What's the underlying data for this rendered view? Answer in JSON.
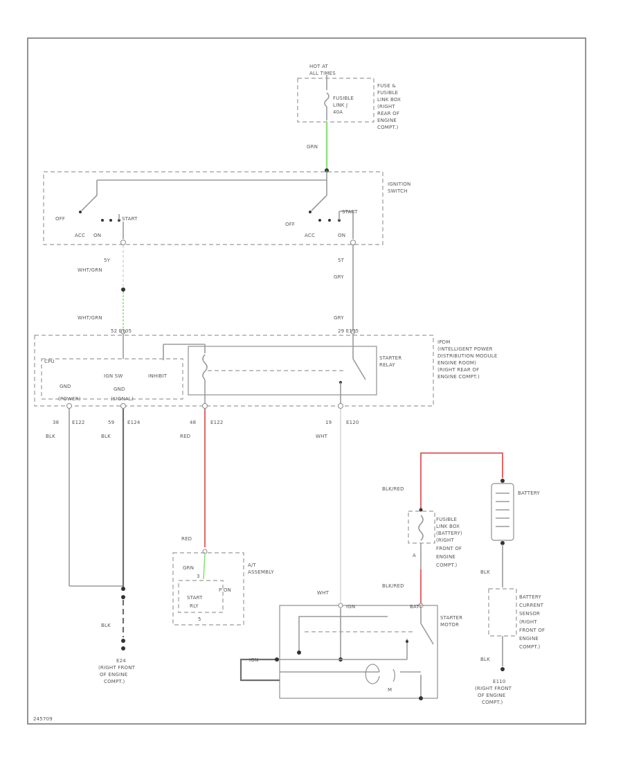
{
  "labels": {
    "hot_at": "HOT AT",
    "all_times": "ALL TIMES",
    "fusible_link_j": "FUSIBLE",
    "fusible_link_j2": "LINK J",
    "fusible_link_j_amp": "40A",
    "fuse_box_1": "FUSE &",
    "fuse_box_2": "FUSIBLE",
    "fuse_box_3": "LINK BOX",
    "fuse_box_4": "(RIGHT",
    "fuse_box_5": "REAR OF",
    "fuse_box_6": "ENGINE",
    "fuse_box_7": "COMPT.)",
    "grn_top": "GRN",
    "ignition_1": "IGNITION",
    "ignition_2": "SWITCH",
    "off_l": "OFF",
    "acc_l": "ACC",
    "on_l": "ON",
    "start_l": "START",
    "off_r": "OFF",
    "acc_r": "ACC",
    "on_r": "ON",
    "start_r": "START",
    "pin_5y": "5Y",
    "whtgrn_1": "WHT/GRN",
    "whtgrn_2": "WHT/GRN",
    "pin_5t": "5T",
    "gry_1": "GRY",
    "gry_2": "GRY",
    "pin_e105_l": "52 E105",
    "pin_e105_r": "29 E105",
    "ipdm_1": "IPDM",
    "ipdm_2": "(INTELLIGENT POWER",
    "ipdm_3": "DISTRIBUTION MODULE",
    "ipdm_4": "ENGINE ROOM)",
    "ipdm_5": "(RIGHT REAR OF",
    "ipdm_6": "ENGINE COMPT.)",
    "cpu": "CPU",
    "ign_sw": "IGN SW",
    "inhibit": "INHIBIT",
    "gnd_power": "GND",
    "gnd_power2": "(POWER)",
    "gnd_signal": "GND",
    "gnd_signal2": "(SIGNAL)",
    "starter_relay_1": "STARTER",
    "starter_relay_2": "RELAY",
    "pin_38": "38",
    "pin_e122a": "E122",
    "blk_1": "BLK",
    "pin_59": "59",
    "pin_e124": "E124",
    "blk_2": "BLK",
    "pin_48": "48",
    "pin_e122b": "E122",
    "red_1": "RED",
    "pin_19": "19",
    "pin_e120": "E120",
    "wht_1": "WHT",
    "red_2": "RED",
    "grn_2": "GRN",
    "pin_3": "3",
    "pin_5": "5",
    "at_assembly_1": "A/T",
    "at_assembly_2": "ASSEMBLY",
    "start_rly": "START",
    "start_rly2": "RLY",
    "p_on": "P ON",
    "blk_3": "BLK",
    "ground_e24_1": "E24",
    "ground_e24_2": "(RIGHT FRONT",
    "ground_e24_3": "OF ENGINE",
    "ground_e24_4": "COMPT.)",
    "blkred_1": "BLK/RED",
    "fuse_link_batt_1": "FUSIBLE",
    "fuse_link_batt_2": "LINK BOX",
    "fuse_link_batt_3": "(BATTERY)",
    "fuse_link_batt_4": "(RIGHT",
    "fuse_link_batt_5": "FRONT OF",
    "fuse_link_batt_6": "ENGINE",
    "fuse_link_batt_7": "COMPT.)",
    "pin_a": "A",
    "battery": "BATTERY",
    "blkred_2": "BLK/RED",
    "blk_4": "BLK",
    "bcs_1": "BATTERY",
    "bcs_2": "CURRENT",
    "bcs_3": "SENSOR",
    "bcs_4": "(RIGHT",
    "bcs_5": "FRONT OF",
    "bcs_6": "ENGINE",
    "bcs_7": "COMPT.)",
    "wht_2": "WHT",
    "term_batt": "BATT",
    "term_ign": "IGN",
    "starter_motor_1": "STARTER",
    "starter_motor_2": "MOTOR",
    "m": "M",
    "blk_5": "BLK",
    "ground_e110_1": "E110",
    "ground_e110_2": "(RIGHT FRONT",
    "ground_e110_3": "OF ENGINE",
    "ground_e110_4": "COMPT.)",
    "code": "245709"
  },
  "colors": {
    "grn_wire": "#8de07a",
    "red_wire": "#e05555",
    "line": "#8f8f8f"
  }
}
